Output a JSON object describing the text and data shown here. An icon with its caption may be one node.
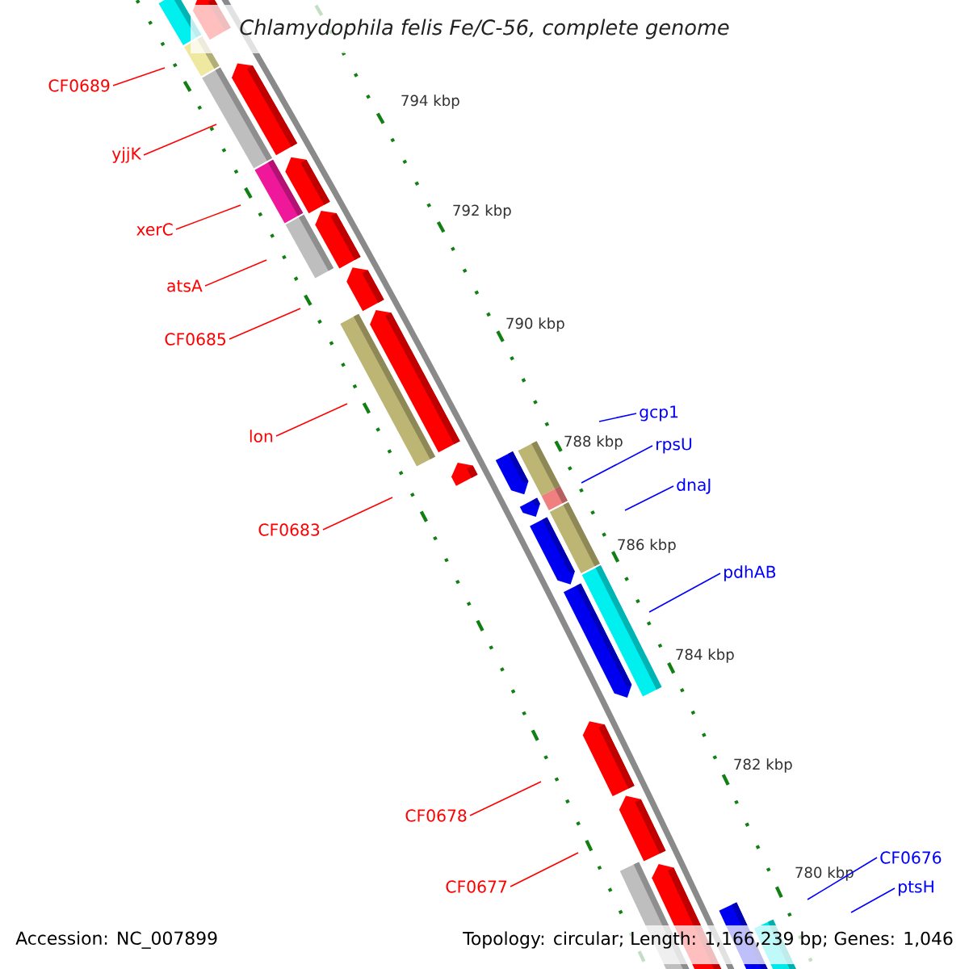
{
  "diagram": {
    "title": "Chlamydophila felis Fe/C-56, complete genome",
    "nodes": [
      {
        "text": [
          "CF0689"
        ]
      },
      {
        "text": [
          "yjjK"
        ]
      },
      {
        "text": [
          "xerC"
        ]
      },
      {
        "text": [
          "atsA"
        ]
      },
      {
        "text": [
          "CF0685"
        ]
      },
      {
        "text": [
          "gcp1"
        ]
      },
      {
        "text": [
          "lon"
        ]
      },
      {
        "text": [
          "rpsU"
        ]
      },
      {
        "text": [
          "dnaJ"
        ]
      },
      {
        "text": [
          "CF0683"
        ]
      },
      {
        "text": [
          "pdhAB"
        ]
      },
      {
        "text": [
          "CF0678"
        ]
      },
      {
        "text": [
          "CF0676"
        ]
      },
      {
        "text": [
          "CF0677"
        ]
      },
      {
        "text": [
          "ptsH"
        ]
      }
    ],
    "edges": [
      {
        "from": 0,
        "to": null,
        "arrow": "none"
      },
      {
        "from": 1,
        "to": null,
        "arrow": "none"
      },
      {
        "from": 2,
        "to": null,
        "arrow": "none"
      },
      {
        "from": 3,
        "to": null,
        "arrow": "none"
      },
      {
        "from": 4,
        "to": null,
        "arrow": "none"
      },
      {
        "from": 5,
        "to": null,
        "arrow": "none",
        "color": "#0000ff"
      },
      {
        "from": 6,
        "to": null,
        "arrow": "none"
      },
      {
        "from": 7,
        "to": null,
        "arrow": "none",
        "color": "#0000ff"
      },
      {
        "from": 8,
        "to": null,
        "arrow": "none",
        "color": "#0000ff"
      },
      {
        "from": 9,
        "to": null,
        "arrow": "none"
      },
      {
        "from": 10,
        "to": null,
        "arrow": "none",
        "color": "#0000ff"
      },
      {
        "from": 11,
        "to": null,
        "arrow": "none"
      },
      {
        "from": 12,
        "to": null,
        "arrow": "none",
        "color": "#0000ff"
      },
      {
        "from": 13,
        "to": null,
        "arrow": "none"
      },
      {
        "from": 14,
        "to": null,
        "arrow": "none",
        "color": "#0000ff"
      }
    ],
    "labels": [
      "794 kbp",
      "792 kbp",
      "790 kbp",
      "788 kbp",
      "786 kbp",
      "784 kbp",
      "782 kbp",
      "780 kbp",
      "Accession: NC_007899",
      "Topology: circular; Length: 1,166,239 bp; Genes: 1,046"
    ]
  }
}
